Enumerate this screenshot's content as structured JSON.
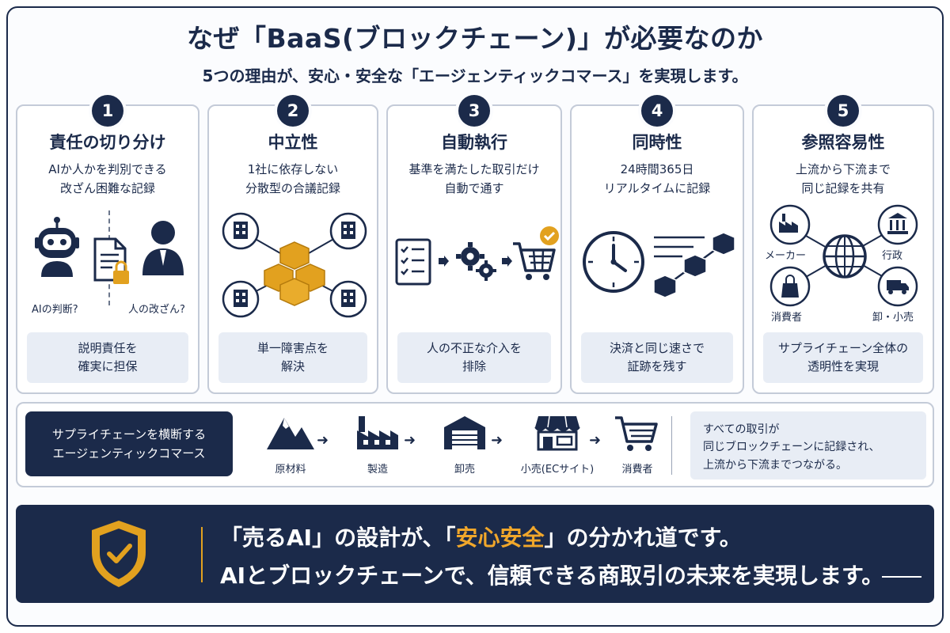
{
  "title": "なぜ「BaaS(ブロックチェーン)」が必要なのか",
  "subtitle": "5つの理由が、安心・安全な「エージェンティックコマース」を実現します。",
  "cards": [
    {
      "number": "1",
      "title": "責任の切り分け",
      "description": "AIか人かを判別できる\n改ざん困難な記録",
      "labels": [
        "AIの判断?",
        "人の改ざん?"
      ],
      "footer": "説明責任を\n確実に担保"
    },
    {
      "number": "2",
      "title": "中立性",
      "description": "1社に依存しない\n分散型の合議記録",
      "labels": [],
      "footer": "単一障害点を\n解決"
    },
    {
      "number": "3",
      "title": "自動執行",
      "description": "基準を満たした取引だけ\n自動で通す",
      "labels": [],
      "footer": "人の不正な介入を\n排除"
    },
    {
      "number": "4",
      "title": "同時性",
      "description": "24時間365日\nリアルタイムに記録",
      "labels": [],
      "footer": "決済と同じ速さで\n証跡を残す"
    },
    {
      "number": "5",
      "title": "参照容易性",
      "description": "上流から下流まで\n同じ記録を共有",
      "labels": [
        "メーカー",
        "行政",
        "消費者",
        "卸・小売"
      ],
      "footer": "サプライチェーン全体の\n透明性を実現"
    }
  ],
  "supply_chain": {
    "label": "サプライチェーンを横断する\nエージェンティックコマース",
    "steps": [
      {
        "label": "原材料",
        "icon": "mountain-icon"
      },
      {
        "label": "製造",
        "icon": "factory-icon"
      },
      {
        "label": "卸売",
        "icon": "warehouse-icon"
      },
      {
        "label": "小売(ECサイト)",
        "icon": "store-icon"
      },
      {
        "label": "消費者",
        "icon": "cart-icon"
      }
    ],
    "note": "すべての取引が\n同じブロックチェーンに記録され、\n上流から下流までつながる。"
  },
  "banner": {
    "line1_pre": "「売るAI」の設計が、「",
    "line1_highlight": "安心安全",
    "line1_post": "」の分かれ道です。",
    "line2": "AIとブロックチェーンで、信頼できる商取引の未来を実現します。"
  },
  "colors": {
    "navy": "#1b2a4a",
    "accent": "#e2a11f",
    "panel": "#e8edf5",
    "border": "#c4cbd8"
  }
}
